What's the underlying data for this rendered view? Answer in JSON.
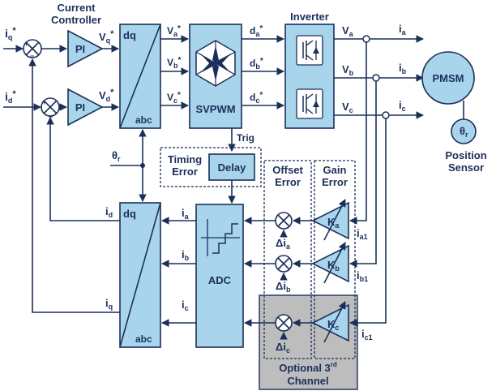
{
  "labels": {
    "current_controller_1": "Current",
    "current_controller_2": "Controller",
    "iq_star": "i",
    "iq_star_sub": "q",
    "id_star": "i",
    "id_star_sub": "d",
    "pi": "PI",
    "vq_star": "V",
    "vq_star_sub": "q",
    "vd_star": "V",
    "vd_star_sub": "d",
    "star": "*",
    "dq": "dq",
    "abc": "abc",
    "va_star": "V",
    "vb_star": "V",
    "vc_star": "V",
    "sub_a": "a",
    "sub_b": "b",
    "sub_c": "c",
    "svpwm": "SVPWM",
    "da_star": "d",
    "db_star": "d",
    "dc_star": "d",
    "inverter": "Inverter",
    "va": "V",
    "vb": "V",
    "vc": "V",
    "ia": "i",
    "ib": "i",
    "ic": "i",
    "pmsm": "PMSM",
    "theta": "θ",
    "theta_sub": "r",
    "position_sensor_1": "Position",
    "position_sensor_2": "Sensor",
    "trig": "Trig",
    "timing_error_1": "Timing",
    "timing_error_2": "Error",
    "delay": "Delay",
    "offset_error_1": "Offset",
    "offset_error_2": "Error",
    "gain_error_1": "Gain",
    "gain_error_2": "Error",
    "adc": "ADC",
    "k": "K",
    "delta_i": "Δi",
    "ia1_sub": "a1",
    "ib1_sub": "b1",
    "ic1_sub": "c1",
    "id_out": "i",
    "id_out_sub": "d",
    "iq_out": "i",
    "iq_out_sub": "q",
    "optional_1": "Optional 3",
    "optional_sup": "rd",
    "optional_2": "Channel",
    "plus": "+",
    "minus": "−"
  },
  "colors": {
    "block_fill": "#a9d5ec",
    "line": "#1c2f5a",
    "optional_fill": "#bdbdbd"
  }
}
